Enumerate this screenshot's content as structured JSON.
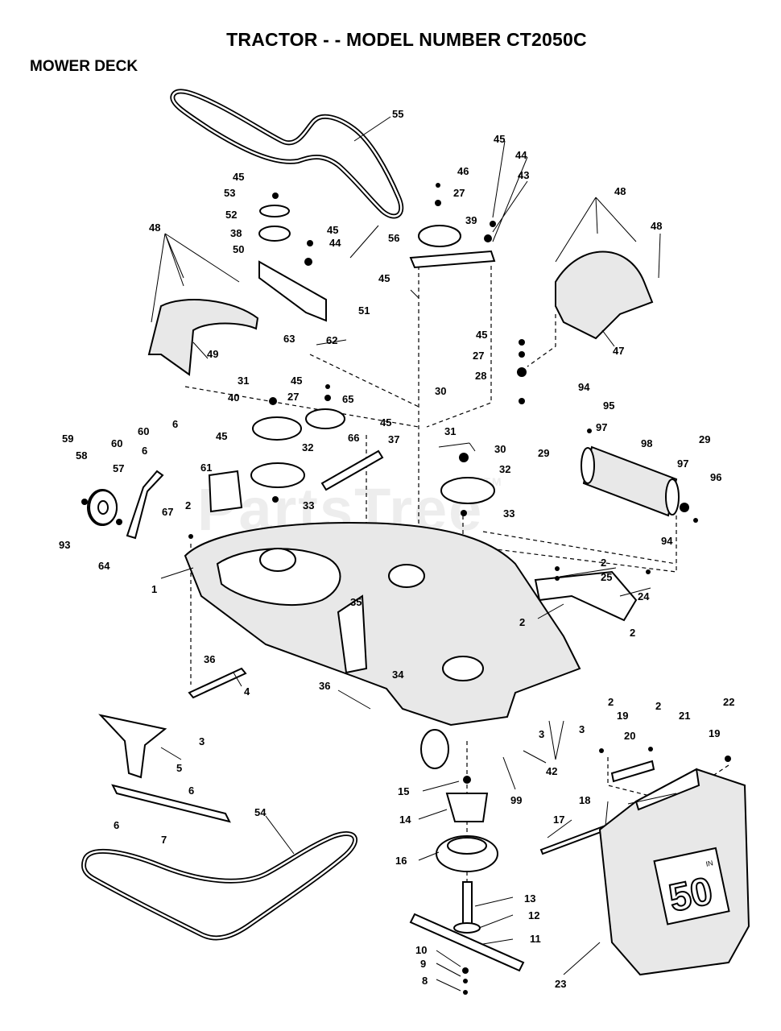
{
  "header": {
    "title": "TRACTOR - - MODEL NUMBER CT2050C",
    "subtitle": "MOWER DECK"
  },
  "watermark": "PartsTree",
  "watermark_mark": "TM",
  "decal_text": "50",
  "decal_superscript": "IN",
  "callouts": [
    "55",
    "45",
    "46",
    "27",
    "39",
    "44",
    "43",
    "48",
    "48",
    "45",
    "53",
    "52",
    "45",
    "44",
    "38",
    "56",
    "50",
    "45",
    "48",
    "51",
    "63",
    "62",
    "49",
    "45",
    "27",
    "28",
    "47",
    "31",
    "45",
    "40",
    "27",
    "65",
    "94",
    "95",
    "30",
    "45",
    "31",
    "30",
    "37",
    "97",
    "29",
    "6",
    "32",
    "66",
    "60",
    "98",
    "29",
    "59",
    "58",
    "60",
    "6",
    "57",
    "45",
    "61",
    "32",
    "33",
    "33",
    "97",
    "96",
    "2",
    "67",
    "94",
    "93",
    "64",
    "1",
    "2",
    "25",
    "35",
    "24",
    "2",
    "2",
    "36",
    "34",
    "4",
    "36",
    "2",
    "19",
    "2",
    "21",
    "22",
    "3",
    "3",
    "3",
    "20",
    "19",
    "5",
    "42",
    "6",
    "99",
    "15",
    "18",
    "54",
    "6",
    "14",
    "17",
    "7",
    "16",
    "13",
    "12",
    "11",
    "10",
    "9",
    "8",
    "23"
  ]
}
